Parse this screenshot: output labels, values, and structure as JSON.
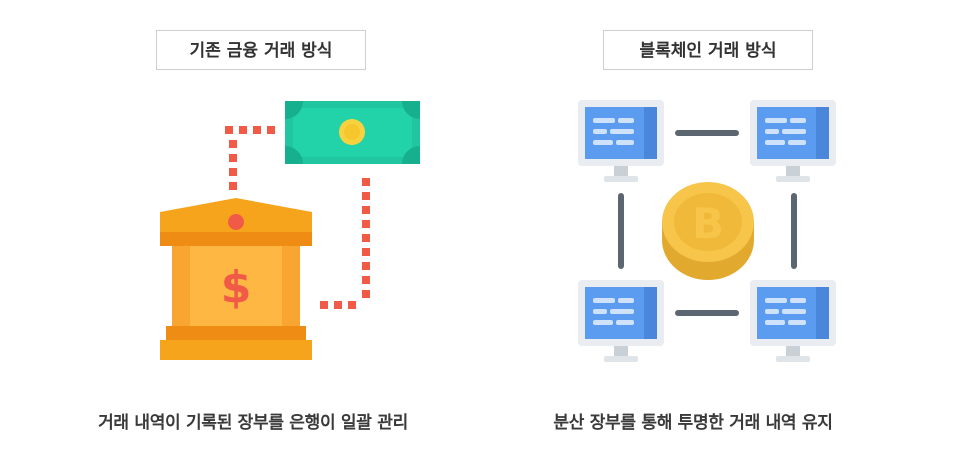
{
  "traditional": {
    "title": "기존 금융 거래 방식",
    "caption": "거래 내역이 기록된 장부를 은행이 일괄 관리"
  },
  "blockchain": {
    "title": "블록체인 거래 방식",
    "caption": "분산 장부를 통해 투명한 거래 내역 유지"
  },
  "icons": {
    "bank": "bank-icon",
    "banknote": "banknote-icon",
    "computer": "computer-icon",
    "bitcoin": "bitcoin-coin-icon"
  },
  "colors": {
    "bank_orange": "#f7a41d",
    "bank_dark": "#ef8c13",
    "dollar": "#f05a47",
    "dotted_line": "#f05a47",
    "banknote": "#20c997",
    "coin": "#f6c549",
    "screen": "#5b9bf0",
    "link_line": "#5c6670"
  },
  "symbols": {
    "dollar": "$",
    "bitcoin": "B"
  }
}
